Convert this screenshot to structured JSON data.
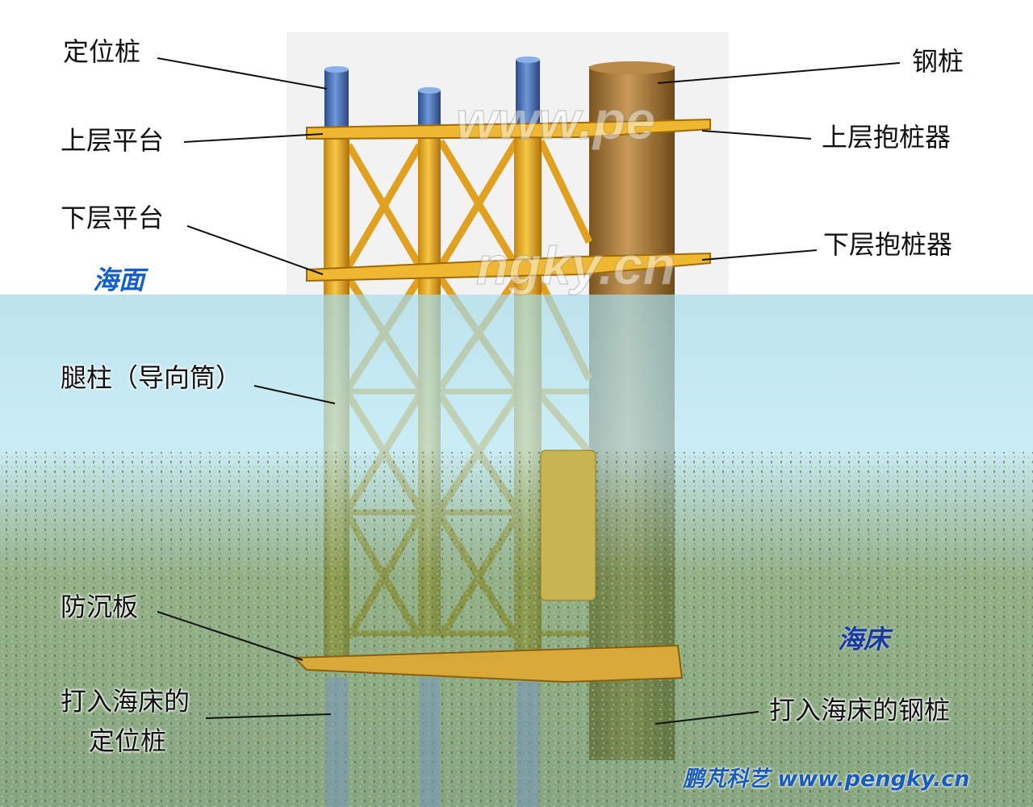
{
  "labels": {
    "positioning_pile": "定位桩",
    "upper_platform": "上层平台",
    "lower_platform": "下层平台",
    "sea_surface": "海面",
    "leg": "腿柱（导向筒）",
    "mud_mat": "防沉板",
    "driven_positioning_pile_line1": "打入海床的",
    "driven_positioning_pile_line2": "定位桩",
    "steel_pile": "钢桩",
    "upper_pile_gripper": "上层抱桩器",
    "lower_pile_gripper": "下层抱桩器",
    "seabed": "海床",
    "driven_steel_pile": "打入海床的钢桩"
  },
  "watermark": {
    "center_line1": "www.pe",
    "center_line2": "ngky.cn",
    "credit": "鹏芃科艺 www.pengky.cn"
  },
  "colors": {
    "frame": "#e8a820",
    "positioning_pile": "#4a6fb5",
    "steel_pile": "#a87a38",
    "water": "#a8dce8",
    "seabed": "#5e8a50",
    "label_blue": "#1560c8"
  }
}
